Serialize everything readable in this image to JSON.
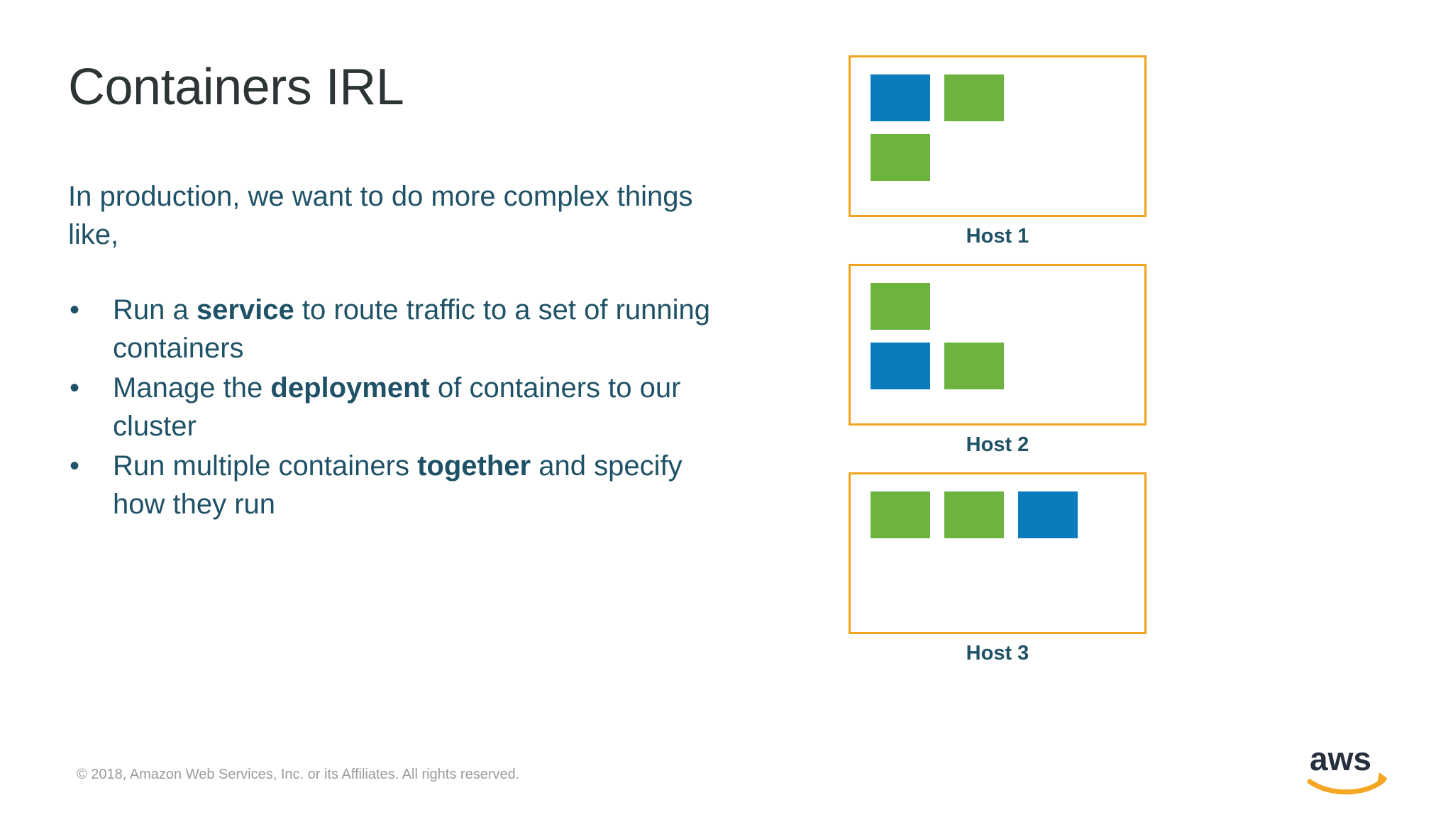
{
  "slide": {
    "title": "Containers IRL",
    "intro": "In production, we want to do more complex things like,",
    "bullet_marker": "•",
    "bullets": [
      {
        "pre": "Run a ",
        "bold": "service",
        "post": " to route traffic to a set of running containers"
      },
      {
        "pre": "Manage the ",
        "bold": "deployment",
        "post": " of containers to our cluster"
      },
      {
        "pre": "Run multiple containers ",
        "bold": "together",
        "post": " and specify how they run"
      }
    ]
  },
  "diagram": {
    "hosts": [
      {
        "label": "Host 1",
        "rows": [
          [
            "blue",
            "green"
          ],
          [
            "green"
          ]
        ]
      },
      {
        "label": "Host 2",
        "rows": [
          [
            "green"
          ],
          [
            "blue",
            "green"
          ]
        ]
      },
      {
        "label": "Host 3",
        "rows": [
          [
            "green",
            "green",
            "blue"
          ]
        ]
      }
    ]
  },
  "footer": {
    "copyright": "© 2018, Amazon Web Services, Inc. or its Affiliates. All rights reserved.",
    "logo_wordmark": "aws"
  },
  "colors": {
    "title": "#2d3436",
    "body_text": "#1f5266",
    "host_border": "#f2a31e",
    "container_blue": "#0a7cbe",
    "container_green": "#6cb33f",
    "footer_text": "#9b9b9f",
    "logo_text": "#252f3e",
    "logo_smile": "#f5a623",
    "background": "#ffffff"
  }
}
